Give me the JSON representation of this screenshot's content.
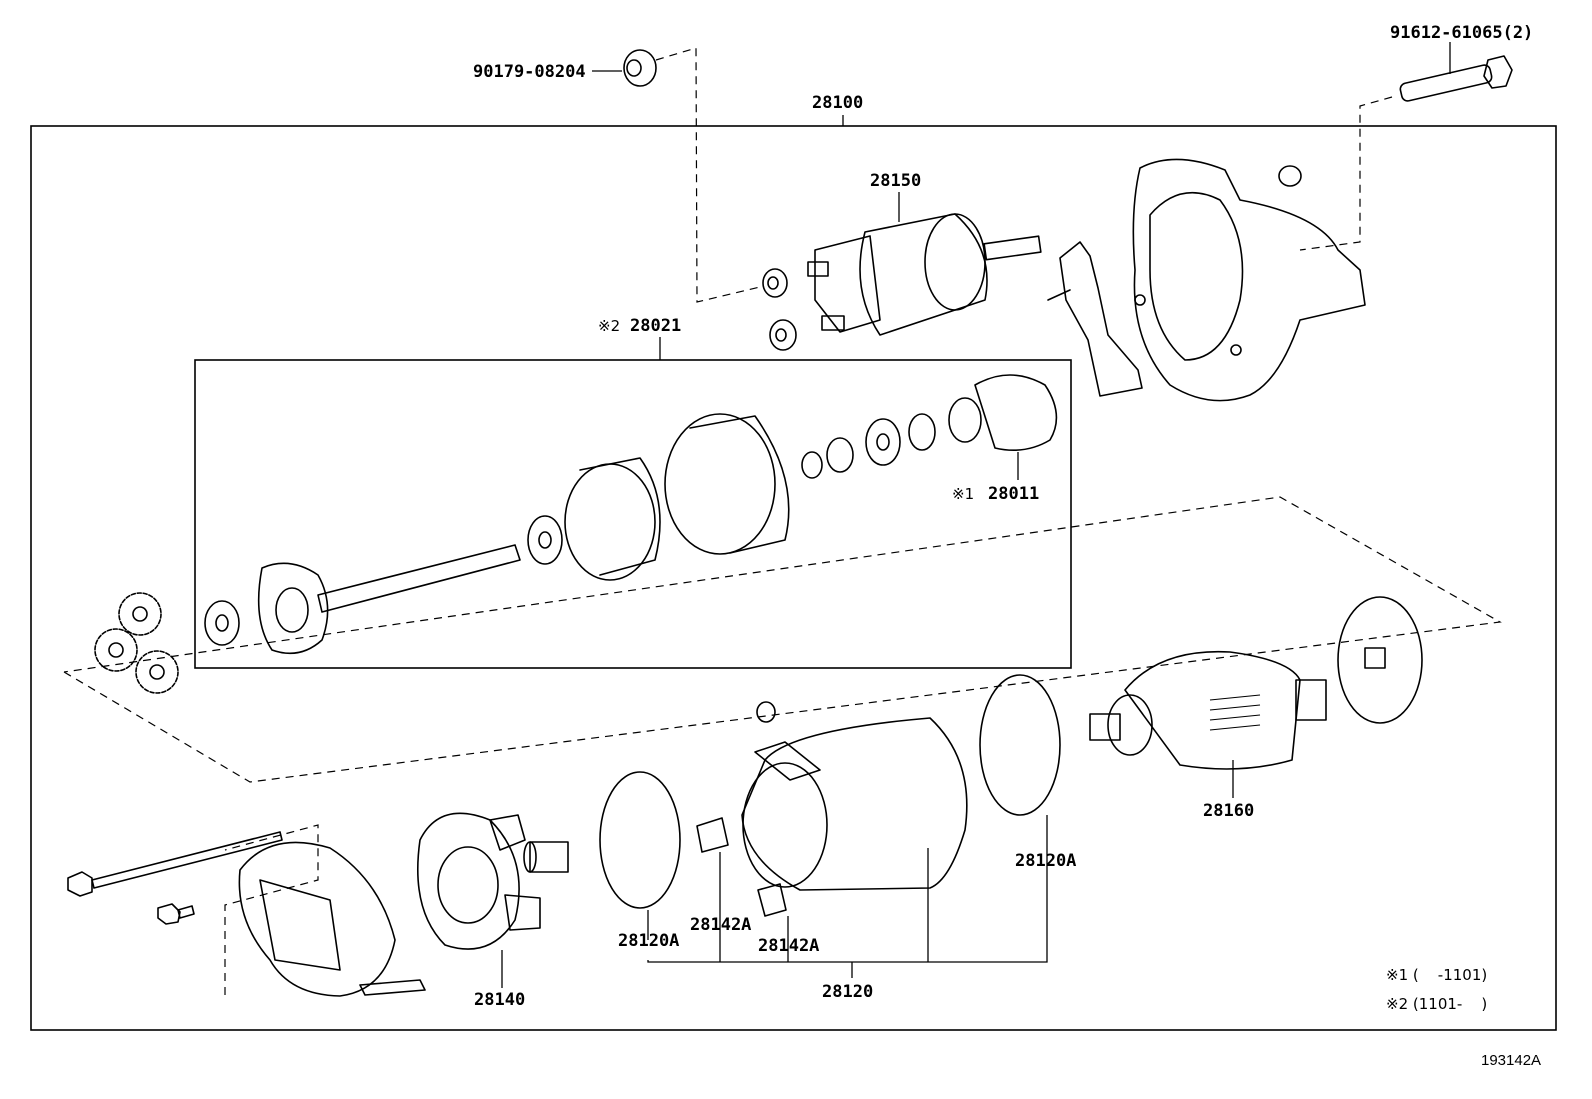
{
  "labels": {
    "bolt_top_right": "91612-61065(2)",
    "nut_top": "90179-08204",
    "assembly": "28100",
    "solenoid": "28150",
    "kit_prefix": "※2",
    "kit": "28021",
    "clutch_prefix": "※1",
    "clutch": "28011",
    "armature": "28160",
    "ring_right": "28120A",
    "ring_left": "28120A",
    "clip_1": "28142A",
    "clip_2": "28142A",
    "yoke": "28120",
    "brush_holder": "28140"
  },
  "notes": {
    "note1": "※1 (    -1101)",
    "note2": "※2 (1101-    )"
  },
  "figure_id": "193142A"
}
